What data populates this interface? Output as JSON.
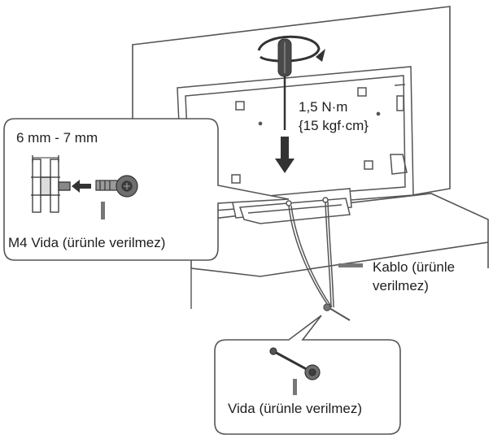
{
  "labels": {
    "torque_line1": "1,5 N·m",
    "torque_line2": "{15 kgf·cm}",
    "gap_range": "6 mm - 7 mm",
    "m4_screw": "M4 Vida (ürünle verilmez)",
    "cable_line1": "Kablo (ürünle",
    "cable_line2": "verilmez)",
    "screw": "Vida (ürünle verilmez)"
  },
  "icons": [
    "rotation-arrow-icon",
    "screwdriver-icon",
    "down-arrow-icon",
    "left-arrow-icon",
    "screw-icon",
    "bolt-icon"
  ]
}
